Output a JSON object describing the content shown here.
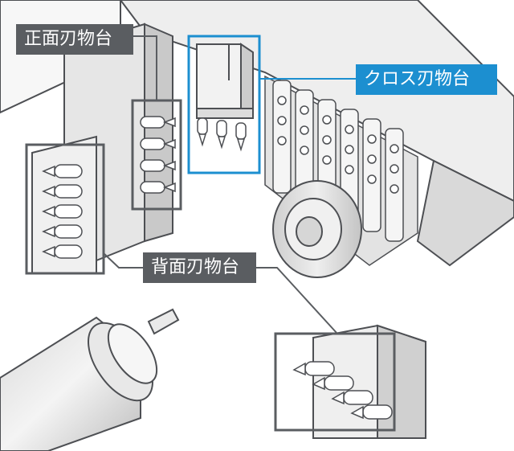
{
  "labels": {
    "front_tool_post": "正面刃物台",
    "cross_tool_post": "クロス刃物台",
    "back_tool_post": "背面刃物台"
  },
  "colors": {
    "gray_label": "#5a5d61",
    "blue_accent": "#1c8fd0",
    "body_fill": "#ebebeb",
    "outline": "#4d4f53"
  }
}
